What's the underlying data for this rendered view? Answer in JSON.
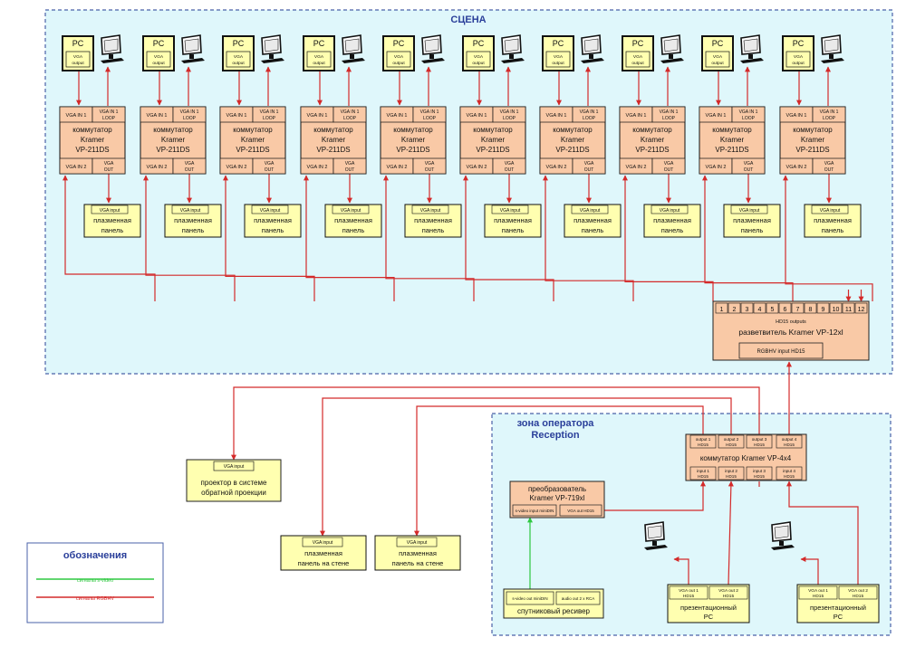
{
  "stage": {
    "title": "СЦЕНА"
  },
  "operator_zone": {
    "title_line1": "зона оператора",
    "title_line2": "Reception"
  },
  "colors": {
    "stage_bg": "#dff7fb",
    "zone_border": "#4a62a8",
    "device_fill": "#f9c9a6",
    "panel_fill": "#ffffb0",
    "wire_red": "#d42a2a",
    "wire_green": "#2ec840",
    "title_blue": "#2a3f9a"
  },
  "pc": {
    "label": "PC",
    "port": "VGA output"
  },
  "switch": {
    "in1": "VGA IN 1",
    "loop": "VGA IN 1 LOOP",
    "name": [
      "коммутатор",
      "Kramer",
      "VP-211DS"
    ],
    "in2": "VGA IN 2",
    "out": "VGA OUT"
  },
  "panel": {
    "port": "VGA input",
    "name": [
      "плазменная",
      "панель"
    ]
  },
  "distributor": {
    "outputs_label": "HD15 outputs",
    "name": "разветвитель Kramer VP-12xl",
    "input": "RGBHV input HD15",
    "ports": [
      "1",
      "2",
      "3",
      "4",
      "5",
      "6",
      "7",
      "8",
      "9",
      "10",
      "11",
      "12"
    ]
  },
  "matrix": {
    "outputs": [
      "output 1 HD15",
      "output 2 HD15",
      "output 3 HD15",
      "output 4 HD15"
    ],
    "name": "коммутатор Kramer VP-4x4",
    "inputs": [
      "input 1 HD15",
      "input 2 HD15",
      "input 3 HD15",
      "input 4 HD15"
    ]
  },
  "converter": {
    "name": [
      "преобразователь",
      "Kramer VP-719xl"
    ],
    "in_port": "s-video input miniDIN",
    "out_port": "VGA out HD15"
  },
  "receiver": {
    "port1": "s-video out miniDIN",
    "port2": "audio out 2 x RCA",
    "name": "спутниковый ресивер"
  },
  "presentation_pc": {
    "out1": "VGA out 1 HD15",
    "out2": "VGA out 2 HD15",
    "name": [
      "презентационный",
      "PC"
    ]
  },
  "projector": {
    "port": "VGA input",
    "name": [
      "проектор в системе",
      "обратной проекции"
    ]
  },
  "wall_panel": {
    "port": "VGA input",
    "name": [
      "плазменная",
      "панель на стене"
    ]
  },
  "legend": {
    "title": "обозначения",
    "green": "сигналы s-video",
    "red": "сигналы RGBHV"
  }
}
